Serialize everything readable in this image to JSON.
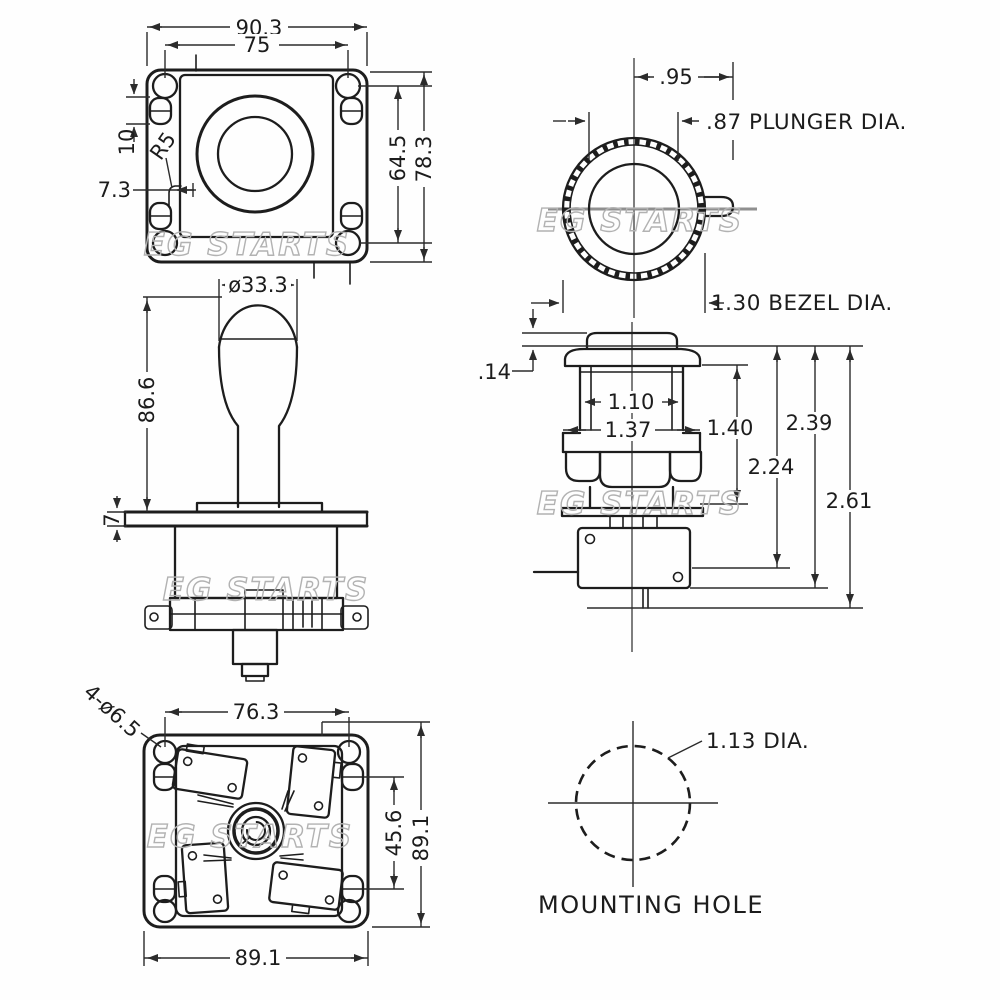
{
  "watermark": "EG STARTS",
  "joystick_top": {
    "dim_width_outer": "90.3",
    "dim_width_holes": "75",
    "dim_height_outer": "78.3",
    "dim_height_holes": "64.5",
    "dim_slot_height": "10",
    "dim_corner_radius": "R5",
    "dim_edge_offset": "7.3"
  },
  "joystick_side": {
    "dim_ball_dia": "ø33.3",
    "dim_height": "86.6",
    "dim_plate_thickness": "7"
  },
  "joystick_bottom": {
    "dim_holes": "4-ø6.5",
    "dim_hole_spacing": "76.3",
    "dim_slot_span": "45.6",
    "dim_height_outer": "89.1",
    "dim_width_outer": "89.1"
  },
  "button_top": {
    "dim_tab_offset": ".95",
    "dim_plunger": ".87 PLUNGER DIA.",
    "dim_bezel": "1.30 BEZEL DIA."
  },
  "button_side": {
    "dim_plunger_height": ".14",
    "dim_body_dia": "1.10",
    "dim_thread_dia": "1.37",
    "dim_body_height": "1.40",
    "dim_height_mount": "2.24",
    "dim_height_switch": "2.39",
    "dim_height_total": "2.61"
  },
  "mounting_hole": {
    "dim_dia": "1.13 DIA.",
    "label": "MOUNTING HOLE"
  }
}
